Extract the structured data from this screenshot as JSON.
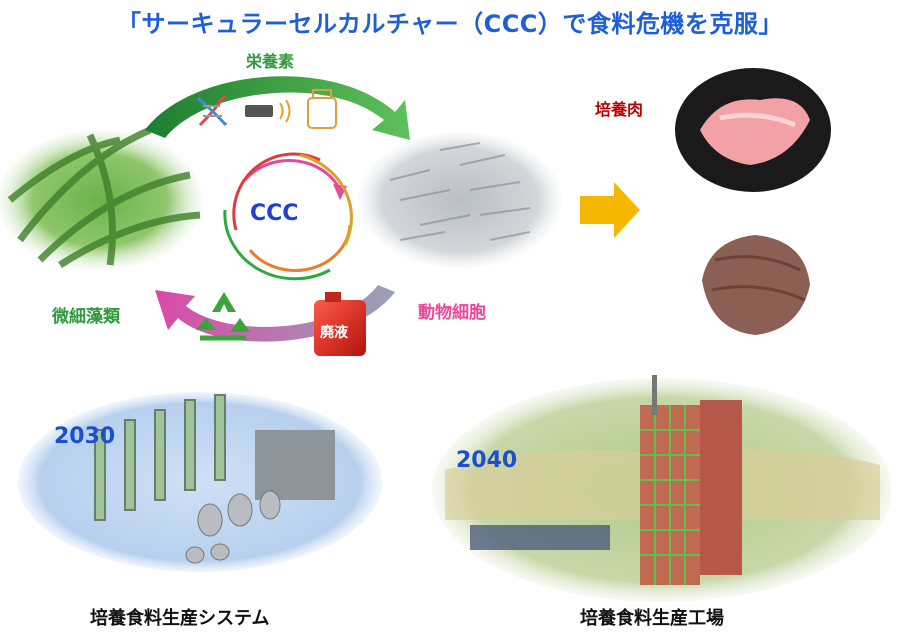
{
  "title": "「サーキュラーセルカルチャー（CCC）で食料危機を克服」",
  "cycle": {
    "nutrients": "栄養素",
    "center": "CCC",
    "algae": "微細藻類",
    "cells": "動物細胞",
    "waste": "廃液"
  },
  "product": {
    "label": "培養肉"
  },
  "future": {
    "system_year": "2030",
    "factory_year": "2040",
    "system_caption": "培養食料生産システム",
    "factory_caption": "培養食料生産工場"
  },
  "colors": {
    "title": "#1f5fd6",
    "nutrients": "#2e9b3c",
    "algae": "#2e9b3c",
    "cells": "#e8479a",
    "meat_label": "#c00000",
    "ccc": "#1f3fd6",
    "arrow": "#f5b800"
  },
  "icons": [
    "dna-icon",
    "battery-icon",
    "bottle-icon",
    "recycle-icon",
    "waste-tank-icon",
    "right-arrow-icon"
  ]
}
